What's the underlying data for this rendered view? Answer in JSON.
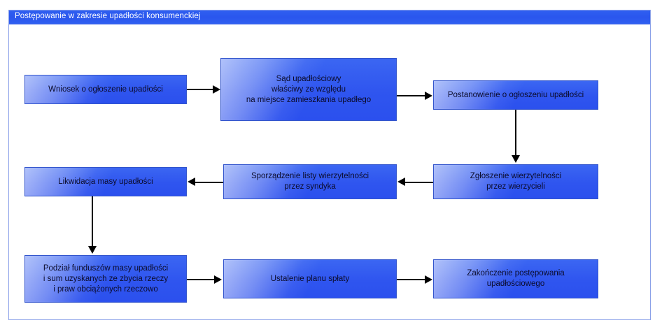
{
  "panel": {
    "title": "Postępowanie w zakresie upadłości konsumenckiej",
    "accent_color": "#2f5ff0",
    "border_color": "#8aa0e8"
  },
  "diagram": {
    "type": "flowchart",
    "node_fill_color": "#2f55ef",
    "node_border_color": "#3355cc",
    "connector_color": "#000000",
    "nodes": [
      {
        "id": "n1",
        "label": "Wniosek o ogłoszenie upadłości"
      },
      {
        "id": "n2",
        "label": "Sąd upadłościowy\nwłaściwy ze względu\nna miejsce zamieszkania upadłego"
      },
      {
        "id": "n3",
        "label": "Postanowienie o ogłoszeniu upadłości"
      },
      {
        "id": "n4",
        "label": "Zgłoszenie wierzytelności\nprzez wierzycieli"
      },
      {
        "id": "n5",
        "label": "Sporządzenie listy wierzytelności\nprzez syndyka"
      },
      {
        "id": "n6",
        "label": "Likwidacja masy upadłości"
      },
      {
        "id": "n7",
        "label": "Podział funduszów masy upadłości\ni sum uzyskanych ze zbycia rzeczy\ni praw obciążonych rzeczowo"
      },
      {
        "id": "n8",
        "label": "Ustalenie planu spłaty"
      },
      {
        "id": "n9",
        "label": "Zakończenie postępowania\nupadłościowego"
      }
    ],
    "edges": [
      {
        "from": "n1",
        "to": "n2",
        "direction": "right"
      },
      {
        "from": "n2",
        "to": "n3",
        "direction": "right"
      },
      {
        "from": "n3",
        "to": "n4",
        "direction": "down"
      },
      {
        "from": "n4",
        "to": "n5",
        "direction": "left"
      },
      {
        "from": "n5",
        "to": "n6",
        "direction": "left"
      },
      {
        "from": "n6",
        "to": "n7",
        "direction": "down"
      },
      {
        "from": "n7",
        "to": "n8",
        "direction": "right"
      },
      {
        "from": "n8",
        "to": "n9",
        "direction": "right"
      }
    ]
  }
}
